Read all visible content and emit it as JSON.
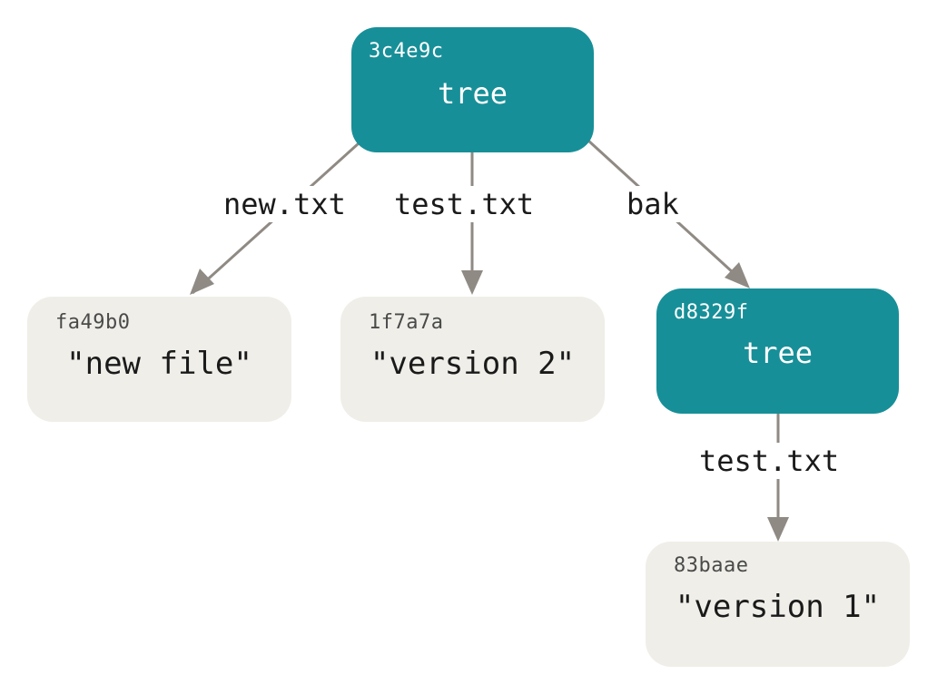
{
  "colors": {
    "tree_fill": "#178f98",
    "blob_fill": "#efeee8",
    "edge": "#8f8a83",
    "tree_text": "#ffffff",
    "blob_text": "#1a1a1a"
  },
  "nodes": {
    "root_tree": {
      "hash": "3c4e9c",
      "content": "tree"
    },
    "blob_new_file": {
      "hash": "fa49b0",
      "content": "\"new file\""
    },
    "blob_version2": {
      "hash": "1f7a7a",
      "content": "\"version 2\""
    },
    "bak_tree": {
      "hash": "d8329f",
      "content": "tree"
    },
    "blob_version1": {
      "hash": "83baae",
      "content": "\"version 1\""
    }
  },
  "edges": {
    "root_to_new": {
      "label": "new.txt"
    },
    "root_to_test": {
      "label": "test.txt"
    },
    "root_to_bak": {
      "label": "bak"
    },
    "bak_to_test": {
      "label": "test.txt"
    }
  }
}
